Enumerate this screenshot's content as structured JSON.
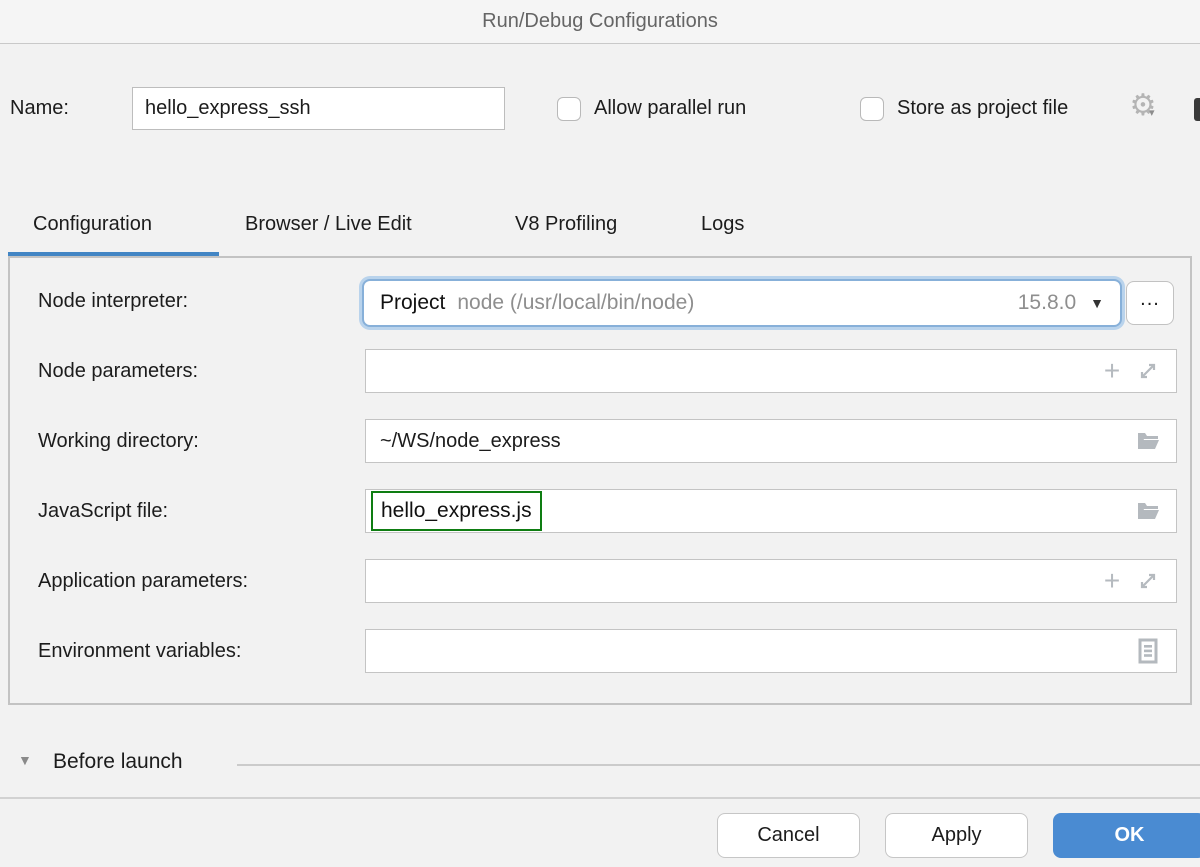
{
  "dialog": {
    "title": "Run/Debug Configurations"
  },
  "header": {
    "name_label": "Name:",
    "name_value": "hello_express_ssh",
    "allow_parallel_run": {
      "label": "Allow parallel run",
      "checked": false
    },
    "store_as_project_file": {
      "label": "Store as project file",
      "checked": false
    }
  },
  "tabs": [
    {
      "label": "Configuration",
      "active": true
    },
    {
      "label": "Browser / Live Edit",
      "active": false
    },
    {
      "label": "V8 Profiling",
      "active": false
    },
    {
      "label": "Logs",
      "active": false
    }
  ],
  "form": {
    "node_interpreter": {
      "label": "Node interpreter:",
      "value_primary": "Project",
      "value_secondary": "node (/usr/local/bin/node)",
      "version": "15.8.0",
      "browse_label": "..."
    },
    "node_parameters": {
      "label": "Node parameters:",
      "value": ""
    },
    "working_directory": {
      "label": "Working directory:",
      "value": "~/WS/node_express"
    },
    "javascript_file": {
      "label": "JavaScript file:",
      "value": "hello_express.js"
    },
    "application_parameters": {
      "label": "Application parameters:",
      "value": ""
    },
    "environment_variables": {
      "label": "Environment variables:",
      "value": ""
    }
  },
  "before_launch": {
    "label": "Before launch"
  },
  "footer": {
    "cancel_label": "Cancel",
    "apply_label": "Apply",
    "ok_label": "OK"
  },
  "icons": {
    "gear": "gear-icon",
    "dropdown": "chevron-down-icon",
    "plus": "add-icon",
    "expand": "expand-icon",
    "folder": "open-folder-icon",
    "list": "list-browse-icon"
  },
  "colors": {
    "tab_accent": "#4285c4",
    "ok_button": "#4a8bd2",
    "focus_ring": "#b9d3ec",
    "valid_green_border": "#0e7d12",
    "field_border": "#c4c4c4",
    "muted_text": "#8e8e8e"
  }
}
